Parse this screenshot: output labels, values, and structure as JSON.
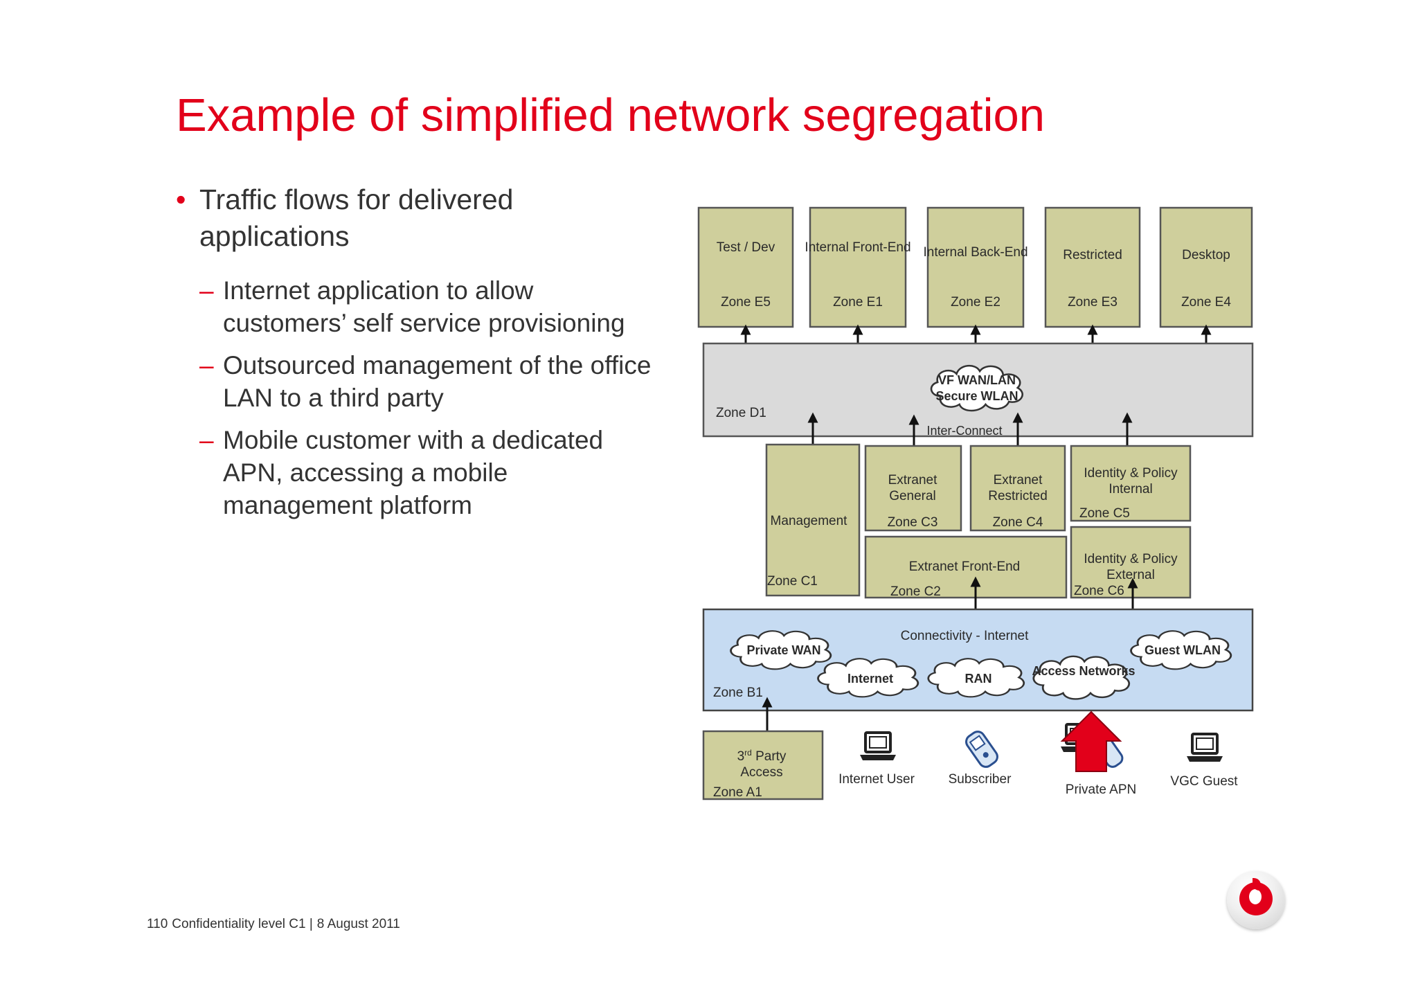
{
  "slide": {
    "title": "Example of simplified network segregation",
    "bullet_main": "Traffic flows for delivered applications",
    "sub_bullets": [
      "Internet application to allow customers’ self service provisioning",
      "Outsourced management of the office LAN to a third party",
      "Mobile customer with a dedicated APN, accessing a mobile management platform"
    ],
    "footer_page": "110",
    "footer_confidentiality": "Confidentiality level  C1 |",
    "footer_date": "8 August 2011"
  },
  "diagram": {
    "zone_e5": {
      "name": "Test / Dev",
      "zone": "Zone E5"
    },
    "zone_e1": {
      "name": "Internal Front-End",
      "zone": "Zone E1"
    },
    "zone_e2": {
      "name": "Internal Back-End",
      "zone": "Zone E2"
    },
    "zone_e3": {
      "name": "Restricted",
      "zone": "Zone E3"
    },
    "zone_e4": {
      "name": "Desktop",
      "zone": "Zone E4"
    },
    "zone_d1": {
      "zone": "Zone D1",
      "cloud_line1": "VF WAN/LAN",
      "cloud_line2": "Secure WLAN",
      "interconnect": "Inter-Connect"
    },
    "zone_c1": {
      "name": "Management",
      "zone": "Zone C1"
    },
    "zone_c3": {
      "name_line1": "Extranet",
      "name_line2": "General",
      "zone": "Zone C3"
    },
    "zone_c4": {
      "name_line1": "Extranet",
      "name_line2": "Restricted",
      "zone": "Zone C4"
    },
    "zone_c5": {
      "name_line1": "Identity & Policy",
      "name_line2": "Internal",
      "zone": "Zone C5"
    },
    "zone_c2": {
      "name": "Extranet Front-End",
      "zone": "Zone C2"
    },
    "zone_c6": {
      "name_line1": "Identity & Policy",
      "name_line2": "External",
      "zone": "Zone C6"
    },
    "zone_b1": {
      "zone": "Zone B1",
      "title": "Connectivity - Internet",
      "clouds": [
        "Private WAN",
        "Internet",
        "RAN",
        "Access Networks",
        "Guest WLAN"
      ]
    },
    "zone_a1": {
      "name_prefix": "3",
      "name_sup": "rd",
      "name_suffix": " Party",
      "name_line2": "Access",
      "zone": "Zone A1"
    },
    "endpoints": [
      "Internet User",
      "Subscriber",
      "Private APN",
      "VGC Guest"
    ],
    "colors": {
      "zone_fill": "#cfcf9c",
      "d1_fill": "#dadada",
      "b1_fill": "#c6dbf2",
      "accent_red": "#e2001a"
    }
  }
}
